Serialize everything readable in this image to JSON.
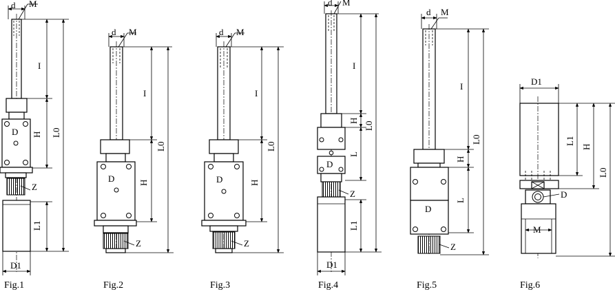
{
  "captions": [
    "Fig.1",
    "Fig.2",
    "Fig.3",
    "Fig.4",
    "Fig.5",
    "Fig.6"
  ],
  "labels": {
    "d": "d",
    "M": "M",
    "D": "D",
    "D1": "D1",
    "H": "H",
    "L": "L",
    "L0": "L0",
    "L1": "L1",
    "I": "I",
    "Z": "Z"
  }
}
